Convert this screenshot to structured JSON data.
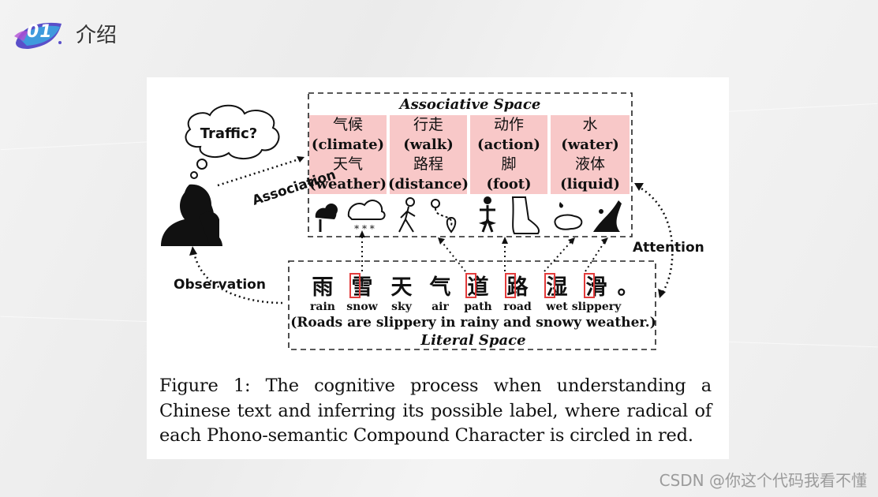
{
  "header": {
    "badge_number": "01",
    "title": "介绍"
  },
  "figure": {
    "associative_space_label": "Associative Space",
    "literal_space_label": "Literal Space",
    "thought": "Traffic?",
    "association_label": "Association",
    "observation_label": "Observation",
    "attention_label": "Attention",
    "radical_groups": [
      {
        "line1": "气候",
        "line2": "(climate)",
        "line3": "天气",
        "line4": "(weather)",
        "icons": [
          "weather-icon",
          "snow-cloud-icon"
        ]
      },
      {
        "line1": "行走",
        "line2": "(walk)",
        "line3": "路程",
        "line4": "(distance)",
        "icons": [
          "walking-person-icon",
          "route-pin-icon"
        ]
      },
      {
        "line1": "动作",
        "line2": "(action)",
        "line3": "脚",
        "line4": "(foot)",
        "icons": [
          "person-arrows-icon",
          "foot-icon"
        ]
      },
      {
        "line1": "水",
        "line2": "(water)",
        "line3": "液体",
        "line4": "(liquid)",
        "icons": [
          "puddle-icon",
          "splash-icon"
        ]
      }
    ],
    "characters": [
      {
        "char": "雨",
        "gloss": "rain",
        "radical": false
      },
      {
        "char": "雪",
        "gloss": "snow",
        "radical": true
      },
      {
        "char": "天",
        "gloss": "sky",
        "radical": false
      },
      {
        "char": "气",
        "gloss": "air",
        "radical": false
      },
      {
        "char": "道",
        "gloss": "path",
        "radical": true
      },
      {
        "char": "路",
        "gloss": "road",
        "radical": true
      },
      {
        "char": "湿",
        "gloss": "wet",
        "radical": true
      },
      {
        "char": "滑",
        "gloss": "slippery",
        "radical": true
      },
      {
        "char": "。",
        "gloss": "",
        "radical": false
      }
    ],
    "translation": "(Roads are slippery in rainy and snowy weather.)",
    "highlight_color": "#f8c8c8",
    "radical_box_color": "#e23b3b"
  },
  "caption": "Figure 1: The cognitive process when understanding a Chinese text and inferring its possible label, where radical of each Phono-semantic Compound Character is circled in red.",
  "watermark": "CSDN @你这个代码我看不懂"
}
